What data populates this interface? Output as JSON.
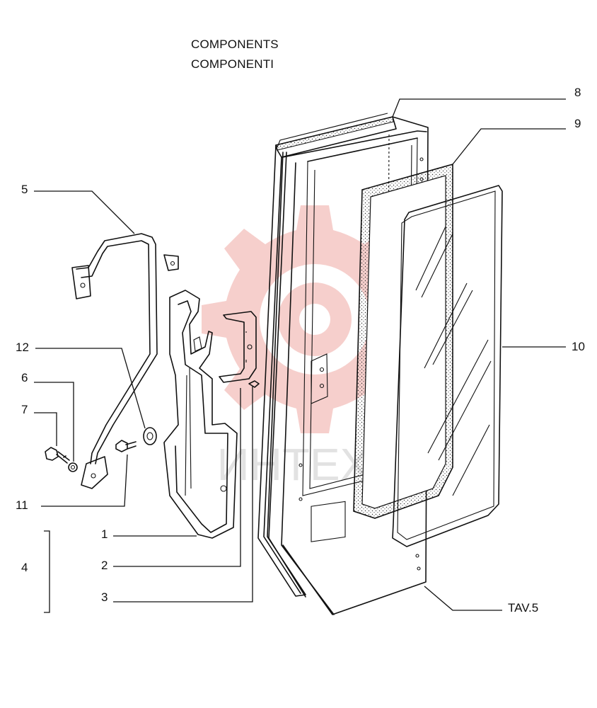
{
  "title": {
    "line1": "COMPONENTS",
    "line2": "COMPONENTI"
  },
  "watermark": {
    "text": "ИНТЕХ",
    "color": "#e0564b"
  },
  "callouts": {
    "c1": "1",
    "c2": "2",
    "c3": "3",
    "c4": "4",
    "c5": "5",
    "c6": "6",
    "c7": "7",
    "c8": "8",
    "c9": "9",
    "c10": "10",
    "c11": "11",
    "c12": "12",
    "ref": "TAV.5"
  }
}
